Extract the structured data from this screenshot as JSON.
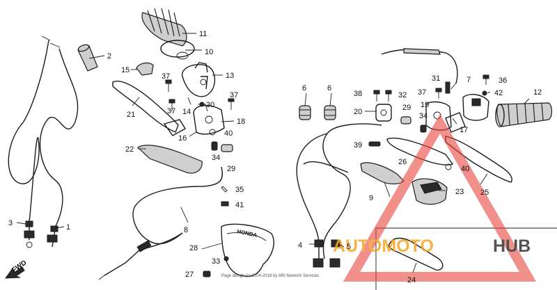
{
  "callouts": {
    "c1": "1",
    "c2": "2",
    "c3": "3",
    "c4": "4",
    "c5": "5",
    "c6a": "6",
    "c6b": "6",
    "c7": "7",
    "c8": "8",
    "c9": "9",
    "c10": "10",
    "c11": "11",
    "c12": "12",
    "c13": "13",
    "c14": "14",
    "c15": "15",
    "c16": "16",
    "c17": "17",
    "c18": "18",
    "c19": "19",
    "c20": "20",
    "c21": "21",
    "c22": "22",
    "c23": "23",
    "c24": "24",
    "c25": "25",
    "c26": "26",
    "c27": "27",
    "c28": "28",
    "c29a": "29",
    "c29b": "29",
    "c30": "30",
    "c31": "31",
    "c32": "32",
    "c33": "33",
    "c34a": "34",
    "c34b": "34",
    "c35": "35",
    "c36": "36",
    "c37a": "37",
    "c37b": "37",
    "c37c": "37",
    "c37d": "37",
    "c38": "38",
    "c39": "39",
    "c40a": "40",
    "c40b": "40",
    "c41": "41",
    "c42": "42"
  },
  "fwd_label": "FWD",
  "honda_text": "HONDA",
  "footer_text": "Page design (c) 2004-2018 by ARI Network Services",
  "watermark": {
    "text_a": "AUTOMOTO",
    "text_b": "HUB",
    "color_a": "#f5a623",
    "color_b": "#333333",
    "triangle_color": "#e8453c"
  }
}
